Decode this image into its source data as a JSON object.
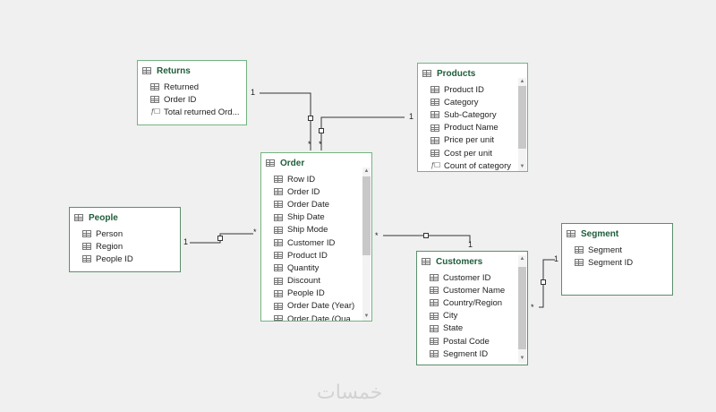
{
  "tables": {
    "returns": {
      "title": "Returns",
      "fields": [
        {
          "name": "Returned",
          "icon": "table-field-icon"
        },
        {
          "name": "Order ID",
          "icon": "table-field-icon"
        },
        {
          "name": "Total returned Ord...",
          "icon": "measure-icon"
        }
      ]
    },
    "products": {
      "title": "Products",
      "fields": [
        {
          "name": "Product ID",
          "icon": "table-field-icon"
        },
        {
          "name": "Category",
          "icon": "table-field-icon"
        },
        {
          "name": "Sub-Category",
          "icon": "table-field-icon"
        },
        {
          "name": "Product Name",
          "icon": "table-field-icon"
        },
        {
          "name": "Price per unit",
          "icon": "table-field-icon"
        },
        {
          "name": "Cost per unit",
          "icon": "table-field-icon"
        },
        {
          "name": "Count of category",
          "icon": "measure-icon"
        }
      ]
    },
    "order": {
      "title": "Order",
      "fields": [
        {
          "name": "Row ID",
          "icon": "table-field-icon"
        },
        {
          "name": "Order ID",
          "icon": "table-field-icon"
        },
        {
          "name": "Order Date",
          "icon": "table-field-icon"
        },
        {
          "name": "Ship Date",
          "icon": "table-field-icon"
        },
        {
          "name": "Ship Mode",
          "icon": "table-field-icon"
        },
        {
          "name": "Customer ID",
          "icon": "table-field-icon"
        },
        {
          "name": "Product ID",
          "icon": "table-field-icon"
        },
        {
          "name": "Quantity",
          "icon": "table-field-icon"
        },
        {
          "name": "Discount",
          "icon": "table-field-icon"
        },
        {
          "name": "People ID",
          "icon": "table-field-icon"
        },
        {
          "name": "Order Date (Year)",
          "icon": "table-field-icon"
        },
        {
          "name": "Order Date (Qua...",
          "icon": "table-field-icon"
        }
      ]
    },
    "people": {
      "title": "People",
      "fields": [
        {
          "name": "Person",
          "icon": "table-field-icon"
        },
        {
          "name": "Region",
          "icon": "table-field-icon"
        },
        {
          "name": "People ID",
          "icon": "table-field-icon"
        }
      ]
    },
    "customers": {
      "title": "Customers",
      "fields": [
        {
          "name": "Customer ID",
          "icon": "table-field-icon"
        },
        {
          "name": "Customer Name",
          "icon": "table-field-icon"
        },
        {
          "name": "Country/Region",
          "icon": "table-field-icon"
        },
        {
          "name": "City",
          "icon": "table-field-icon"
        },
        {
          "name": "State",
          "icon": "table-field-icon"
        },
        {
          "name": "Postal Code",
          "icon": "table-field-icon"
        },
        {
          "name": "Segment ID",
          "icon": "table-field-icon"
        }
      ]
    },
    "segment": {
      "title": "Segment",
      "fields": [
        {
          "name": "Segment",
          "icon": "table-field-icon"
        },
        {
          "name": "Segment ID",
          "icon": "table-field-icon"
        }
      ]
    }
  },
  "relationships": [
    {
      "from": "returns",
      "to": "order",
      "from_card": "1",
      "to_card": "*"
    },
    {
      "from": "products",
      "to": "order",
      "from_card": "1",
      "to_card": "*"
    },
    {
      "from": "people",
      "to": "order",
      "from_card": "1",
      "to_card": "*"
    },
    {
      "from": "order",
      "to": "customers",
      "from_card": "*",
      "to_card": "1"
    },
    {
      "from": "customers",
      "to": "segment",
      "from_card": "*",
      "to_card": "1"
    }
  ],
  "watermark": "خمسات",
  "colors": {
    "table_border": "#5a8f6a",
    "table_title": "#1f5c3a",
    "line": "#333333",
    "background": "#f0f0f0"
  }
}
